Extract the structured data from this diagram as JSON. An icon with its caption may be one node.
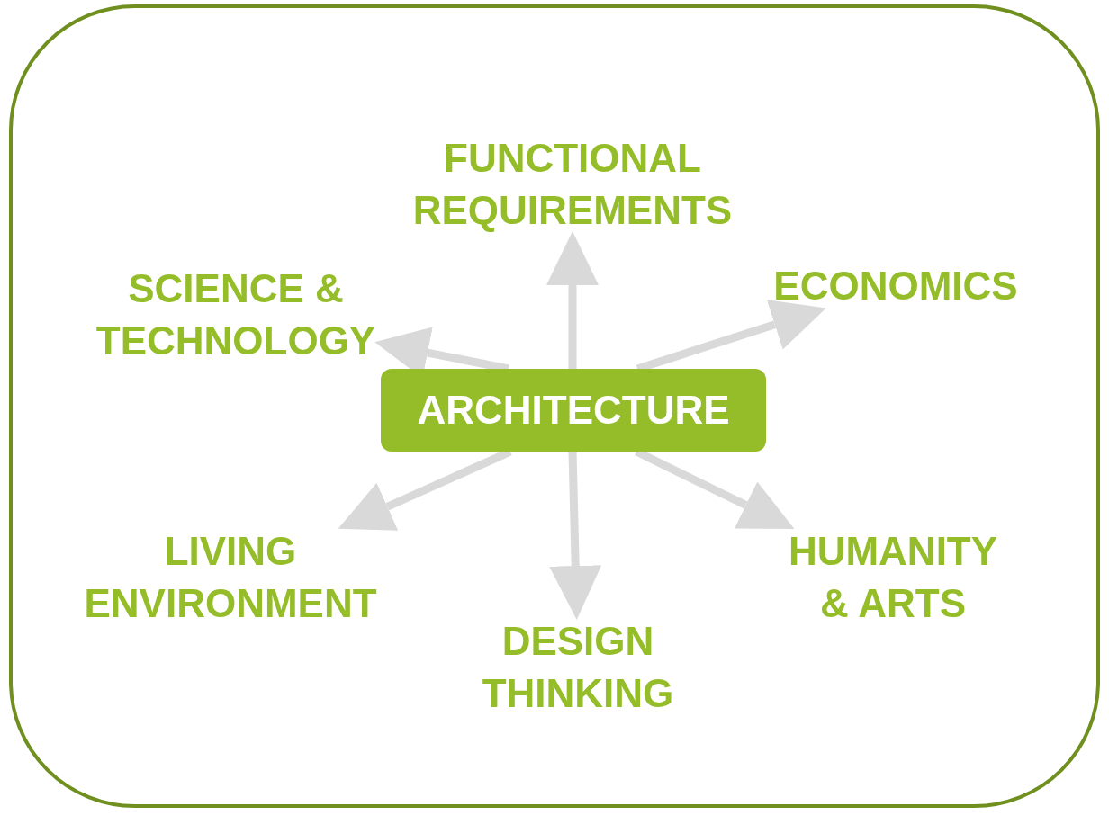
{
  "diagram": {
    "nodes": [
      {
        "text": [
          "ARCHITECTURE"
        ]
      },
      {
        "text": [
          "FUNCTIONAL REQUIREMENTS"
        ]
      },
      {
        "text": [
          "SCIENCE & TECHNOLOGY"
        ]
      },
      {
        "text": [
          "ECONOMICS"
        ]
      },
      {
        "text": [
          "LIVING ENVIRONMENT"
        ]
      },
      {
        "text": [
          "HUMANITY & ARTS"
        ]
      },
      {
        "text": [
          "DESIGN THINKING"
        ]
      }
    ],
    "edges": [
      {
        "from": 0,
        "to": 1,
        "arrow": "to"
      },
      {
        "from": 0,
        "to": 2,
        "arrow": "to"
      },
      {
        "from": 0,
        "to": 3,
        "arrow": "to"
      },
      {
        "from": 0,
        "to": 4,
        "arrow": "to"
      },
      {
        "from": 0,
        "to": 5,
        "arrow": "to"
      },
      {
        "from": 0,
        "to": 6,
        "arrow": "to"
      }
    ]
  }
}
